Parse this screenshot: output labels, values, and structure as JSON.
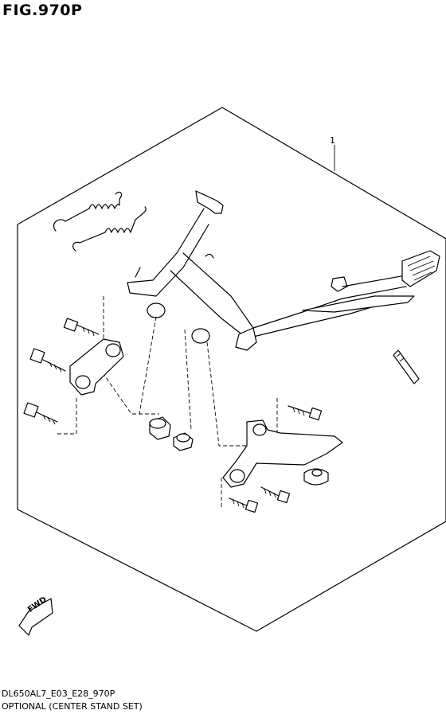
{
  "figure": {
    "title": "FIG.970P",
    "part_number_label": "1",
    "fwd_label": "FWD",
    "footer_code": "DL650AL7_E03_E28_970P",
    "footer_caption": "OPTIONAL (CENTER STAND SET)"
  }
}
